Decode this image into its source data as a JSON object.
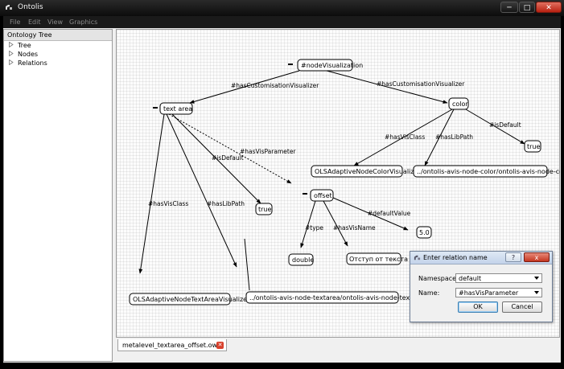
{
  "window": {
    "title": "Ontolis"
  },
  "menu": [
    "File",
    "Edit",
    "View",
    "Graphics"
  ],
  "sidebar": {
    "header": "Ontology Tree",
    "items": [
      "Tree",
      "Nodes",
      "Relations"
    ]
  },
  "graph": {
    "nodes": [
      {
        "id": "nodeVisualization",
        "label": "#nodeVisualization"
      },
      {
        "id": "text_area",
        "label": "text area"
      },
      {
        "id": "color",
        "label": "color"
      },
      {
        "id": "true_color",
        "label": "true"
      },
      {
        "id": "olsColorVis",
        "label": "OLSAdaptiveNodeColorVisualizer"
      },
      {
        "id": "colorPath",
        "label": "../ontolis-avis-node-color/ontolis-avis-node-color"
      },
      {
        "id": "true_text",
        "label": "true"
      },
      {
        "id": "offset",
        "label": "offset"
      },
      {
        "id": "five",
        "label": "5.0"
      },
      {
        "id": "double",
        "label": "double"
      },
      {
        "id": "otstup",
        "label": "Отступ от текста"
      },
      {
        "id": "olsTextVis",
        "label": "OLSAdaptiveNodeTextAreaVisualizer"
      },
      {
        "id": "textPath",
        "label": "../ontolis-avis-node-textarea/ontolis-avis-node-textarea"
      }
    ],
    "edges": [
      {
        "label": "#hasCustomisationVisualizer"
      },
      {
        "label": "#hasCustomisationVisualizer"
      },
      {
        "label": "#isDefault"
      },
      {
        "label": "#hasVisClass"
      },
      {
        "label": "#hasLibPath"
      },
      {
        "label": "#hasVisParameter"
      },
      {
        "label": "#isDefault"
      },
      {
        "label": "#hasVisClass"
      },
      {
        "label": "#hasLibPath"
      },
      {
        "label": "#defaultValue"
      },
      {
        "label": "#type"
      },
      {
        "label": "#hasVisName"
      }
    ]
  },
  "tabs": {
    "document": "metalevel_textarea_offset.owl"
  },
  "dialog": {
    "title": "Enter relation name",
    "help": "?",
    "close": "x",
    "namespace_label": "Namespace:",
    "namespace_value": "default",
    "name_label": "Name:",
    "name_value": "#hasVisParameter",
    "ok": "OK",
    "cancel": "Cancel"
  },
  "colors": {
    "accent": "#3c7fb1",
    "close": "#c43620"
  }
}
